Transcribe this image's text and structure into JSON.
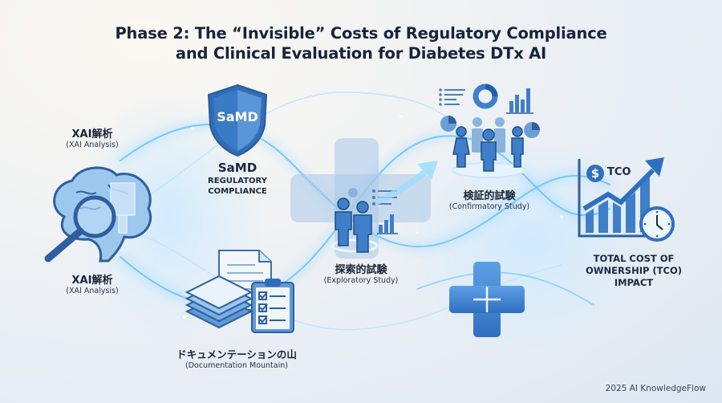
{
  "title": {
    "line1": "Phase 2: The “Invisible” Costs of Regulatory Compliance",
    "line2": "and Clinical Evaluation for Diabetes DTx AI"
  },
  "nodes": {
    "xai_top": {
      "jp": "XAI解析",
      "en": "(XAI Analysis)"
    },
    "xai_bottom": {
      "jp": "XAI解析",
      "en": "(XAI Analysis)"
    },
    "samd": {
      "badge": "SaMD",
      "title": "SaMD",
      "line1": "REGULATORY",
      "line2": "COMPLIANCE"
    },
    "documentation": {
      "jp": "ドキュメンテーションの山",
      "en": "(Documentation Mountain)"
    },
    "exploratory": {
      "jp": "探索的試験",
      "en": "(Exploratory Study)"
    },
    "confirmatory": {
      "jp": "検証的試験",
      "en": "(Confirmatory Study)"
    },
    "tco": {
      "badge_symbol": "$",
      "badge_text": "TCO",
      "line1": "TOTAL COST OF",
      "line2": "OWNERSHIP (TCO)",
      "line3": "IMPACT"
    }
  },
  "icons": {
    "brain": "brain-magnifier-icon",
    "shield": "shield-icon",
    "documents": "document-stack-icon",
    "clipboard": "checklist-clipboard-icon",
    "medical_cross_large": "medical-cross-icon",
    "medical_cross_small": "medical-cross-icon",
    "people": "people-group-icon",
    "chart": "growth-chart-icon",
    "clock": "clock-icon",
    "dollar": "dollar-icon"
  },
  "colors": {
    "title": "#16243c",
    "primary_blue": "#3f7fc9",
    "dark_blue": "#2f5f9e",
    "light_blue": "#a9cdf0",
    "glow": "#7fd0ff"
  },
  "footer": {
    "text": "2025 AI KnowledgeFlow"
  }
}
